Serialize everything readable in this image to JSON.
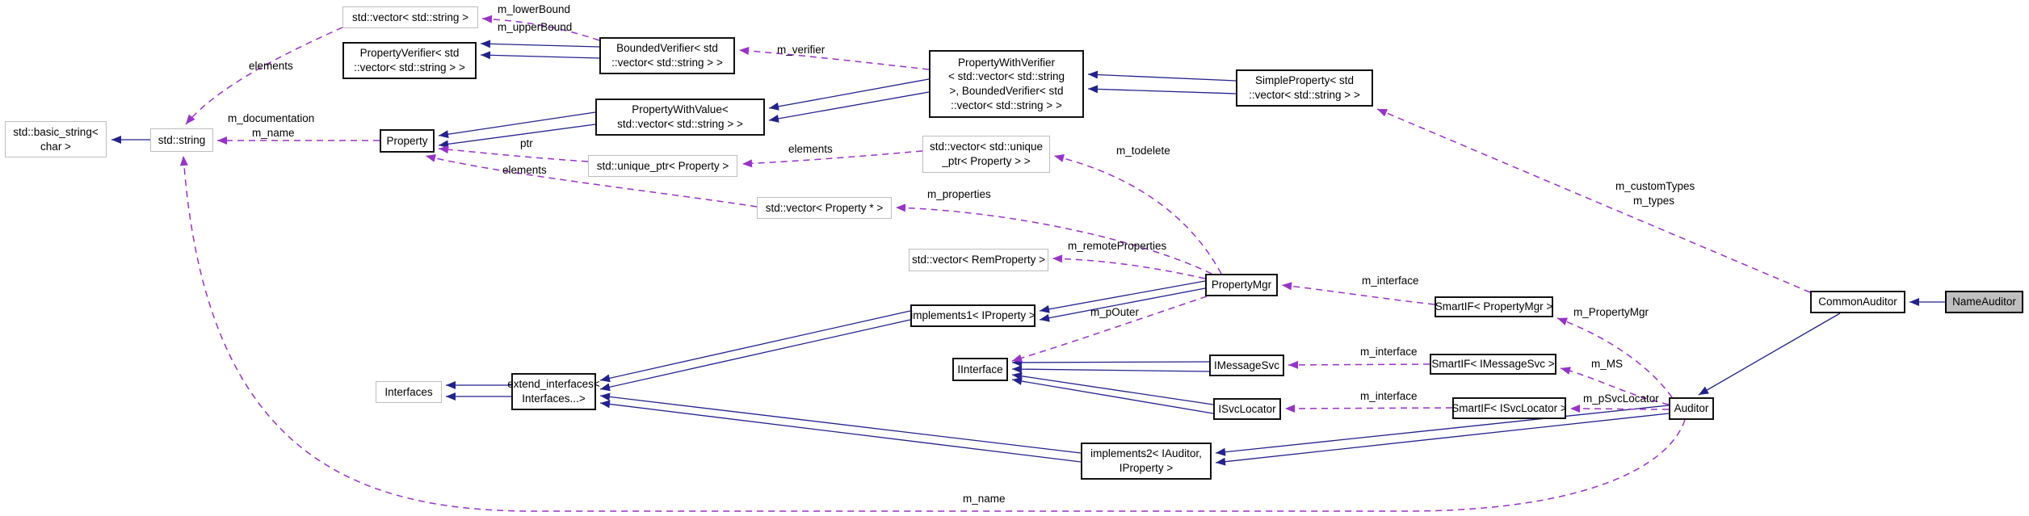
{
  "diagram": {
    "type": "doxygen-collaboration-graph",
    "colors": {
      "background": "#ffffff",
      "edge_inheritance": "#22228f",
      "edge_usage": "#9932cc",
      "node_border_class": "#111111",
      "node_border_external": "#bdbdbd",
      "current_node_fill": "#bfbfbf"
    },
    "nodes": {
      "basic_string": {
        "label": "std::basic_string< char >",
        "lines": [
          "std::basic_string<",
          "char >"
        ]
      },
      "std_string": {
        "label": "std::string",
        "lines": [
          "std::string"
        ]
      },
      "vec_string": {
        "label": "std::vector< std::string >",
        "lines": [
          "std::vector< std::string >"
        ]
      },
      "property_verifier": {
        "label": "PropertyVerifier< std::vector< std::string > >",
        "lines": [
          "PropertyVerifier< std",
          "::vector< std::string > >"
        ]
      },
      "bounded_verifier": {
        "label": "BoundedVerifier< std::vector< std::string > >",
        "lines": [
          "BoundedVerifier< std",
          "::vector< std::string > >"
        ]
      },
      "property_with_value": {
        "label": "PropertyWithValue< std::vector< std::string > >",
        "lines": [
          "PropertyWithValue<",
          "std::vector< std::string > >"
        ]
      },
      "property_with_verifier": {
        "label": "PropertyWithVerifier< std::vector< std::string >, BoundedVerifier< std::vector< std::string > > >",
        "lines": [
          "PropertyWithVerifier",
          "< std::vector< std::string",
          ">, BoundedVerifier< std",
          "::vector< std::string > >"
        ]
      },
      "simple_property": {
        "label": "SimpleProperty< std::vector< std::string > >",
        "lines": [
          "SimpleProperty< std",
          "::vector< std::string > >"
        ]
      },
      "property": {
        "label": "Property",
        "lines": [
          "Property"
        ]
      },
      "unique_ptr": {
        "label": "std::unique_ptr< Property >",
        "lines": [
          "std::unique_ptr< Property >"
        ]
      },
      "vec_unique": {
        "label": "std::vector< std::unique_ptr< Property > >",
        "lines": [
          "std::vector< std::unique",
          "_ptr< Property > >"
        ]
      },
      "vec_prop_ptr": {
        "label": "std::vector< Property * >",
        "lines": [
          "std::vector< Property * >"
        ]
      },
      "vec_rem": {
        "label": "std::vector< RemProperty >",
        "lines": [
          "std::vector< RemProperty >"
        ]
      },
      "property_mgr": {
        "label": "PropertyMgr",
        "lines": [
          "PropertyMgr"
        ]
      },
      "implements1": {
        "label": "implements1< IProperty >",
        "lines": [
          "implements1< IProperty >"
        ]
      },
      "iinterface": {
        "label": "IInterface",
        "lines": [
          "IInterface"
        ]
      },
      "imessagesvc": {
        "label": "IMessageSvc",
        "lines": [
          "IMessageSvc"
        ]
      },
      "isvclocator": {
        "label": "ISvcLocator",
        "lines": [
          "ISvcLocator"
        ]
      },
      "smartif_pm": {
        "label": "SmartIF< PropertyMgr >",
        "lines": [
          "SmartIF< PropertyMgr >"
        ]
      },
      "smartif_ms": {
        "label": "SmartIF< IMessageSvc >",
        "lines": [
          "SmartIF< IMessageSvc >"
        ]
      },
      "smartif_sl": {
        "label": "SmartIF< ISvcLocator >",
        "lines": [
          "SmartIF< ISvcLocator >"
        ]
      },
      "interfaces": {
        "label": "Interfaces",
        "lines": [
          "Interfaces"
        ]
      },
      "extend_interfaces": {
        "label": "extend_interfaces< Interfaces...>",
        "lines": [
          "extend_interfaces<",
          "Interfaces...>"
        ]
      },
      "implements2": {
        "label": "implements2< IAuditor, IProperty >",
        "lines": [
          "implements2< IAuditor,",
          "IProperty >"
        ]
      },
      "auditor": {
        "label": "Auditor",
        "lines": [
          "Auditor"
        ]
      },
      "common_auditor": {
        "label": "CommonAuditor",
        "lines": [
          "CommonAuditor"
        ]
      },
      "name_auditor": {
        "label": "NameAuditor",
        "lines": [
          "NameAuditor"
        ]
      }
    },
    "edge_labels": {
      "m_lowerBound": "m_lowerBound",
      "m_upperBound": "m_upperBound",
      "elements_strings": "elements",
      "m_verifier": "m_verifier",
      "m_documentation": "m_documentation",
      "m_name_property": "m_name",
      "ptr": "ptr",
      "elements_properties": "elements",
      "elements_unique": "elements",
      "m_todelete": "m_todelete",
      "m_properties": "m_properties",
      "m_remoteProperties": "m_remoteProperties",
      "m_pOuter": "m_pOuter",
      "m_interface_propertymgr": "m_interface",
      "m_interface_messagesvc": "m_interface",
      "m_interface_svclocator": "m_interface",
      "m_PropertyMgr": "m_PropertyMgr",
      "m_MS": "m_MS",
      "m_pSvcLocator": "m_pSvcLocator",
      "m_customTypes": "m_customTypes",
      "m_types": "m_types",
      "m_name_auditor": "m_name"
    }
  }
}
